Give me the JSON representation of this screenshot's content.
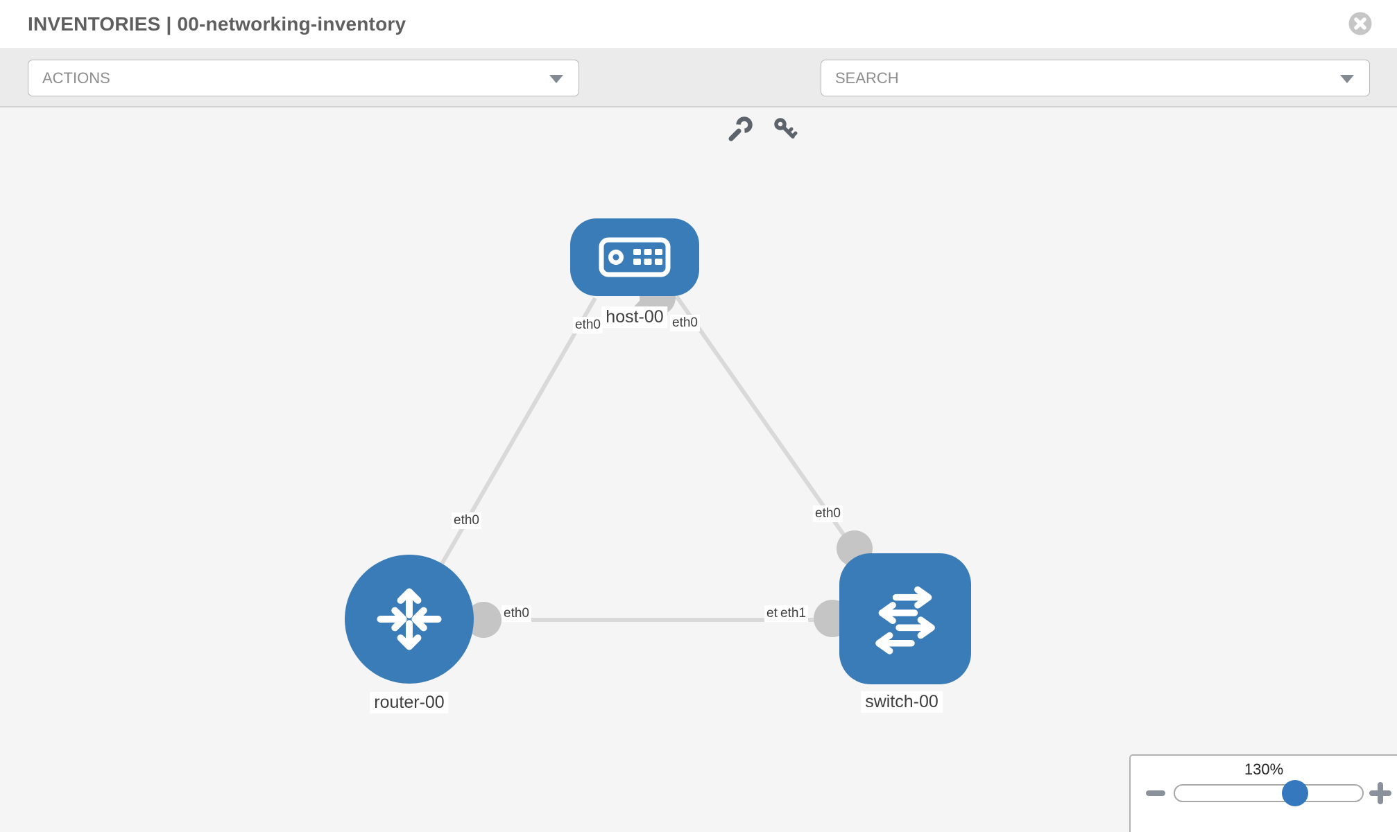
{
  "header": {
    "title": "INVENTORIES | 00-networking-inventory"
  },
  "toolbar": {
    "actions_label": "ACTIONS",
    "search_label": "SEARCH",
    "icons": [
      "wrench-icon",
      "key-icon"
    ]
  },
  "topology": {
    "nodes": [
      {
        "id": "host-00",
        "type": "host",
        "label": "host-00"
      },
      {
        "id": "router-00",
        "type": "router",
        "label": "router-00"
      },
      {
        "id": "switch-00",
        "type": "switch",
        "label": "switch-00"
      }
    ],
    "links": [
      {
        "from": "host-00",
        "to": "router-00",
        "from_if": "eth0",
        "to_if": "eth0"
      },
      {
        "from": "host-00",
        "to": "switch-00",
        "from_if": "eth0",
        "to_if": "eth0"
      },
      {
        "from": "router-00",
        "to": "switch-00",
        "from_if": "eth0",
        "to_if": "eth1",
        "to_if_overlapped": "eth0"
      }
    ]
  },
  "zoom_control": {
    "level": "130%"
  },
  "colors": {
    "node_blue": "#3a7cb8",
    "link_gray": "#d9d9d9",
    "interface_gray": "#c5c5c5",
    "canvas_bg": "#f5f5f5",
    "toolbar_bg": "#ebebeb",
    "accent_blue": "#3578be"
  }
}
